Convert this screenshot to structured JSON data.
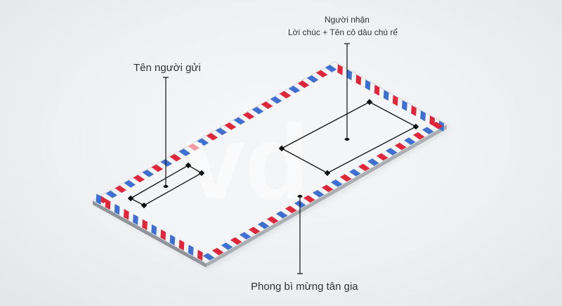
{
  "labels": {
    "sender": "Tên người gửi",
    "recipient_line1": "Người nhận",
    "recipient_line2": "Lời chúc + Tên cô dâu chú rể",
    "envelope": "Phong bì mừng tân gia"
  },
  "watermark": "vd",
  "colors": {
    "stripe_red": "#e0263a",
    "stripe_blue": "#3f6fd1",
    "line": "#111111",
    "text": "#333333"
  }
}
